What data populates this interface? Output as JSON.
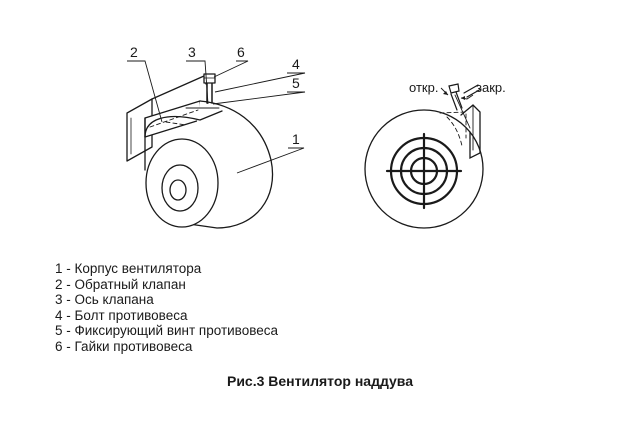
{
  "callouts": [
    {
      "number": "1"
    },
    {
      "number": "2"
    },
    {
      "number": "3"
    },
    {
      "number": "4"
    },
    {
      "number": "5"
    },
    {
      "number": "6"
    }
  ],
  "positions": {
    "open": "откр.",
    "closed": "закр."
  },
  "legend": [
    {
      "label": "1 - Корпус вентилятора"
    },
    {
      "label": "2 - Обратный клапан"
    },
    {
      "label": "3 - Ось клапана"
    },
    {
      "label": "4 - Болт противовеса"
    },
    {
      "label": "5 - Фиксирующий винт противовеса"
    },
    {
      "label": "6 - Гайки противовеса"
    }
  ],
  "caption": "Рис.3 Вентилятор наддува"
}
